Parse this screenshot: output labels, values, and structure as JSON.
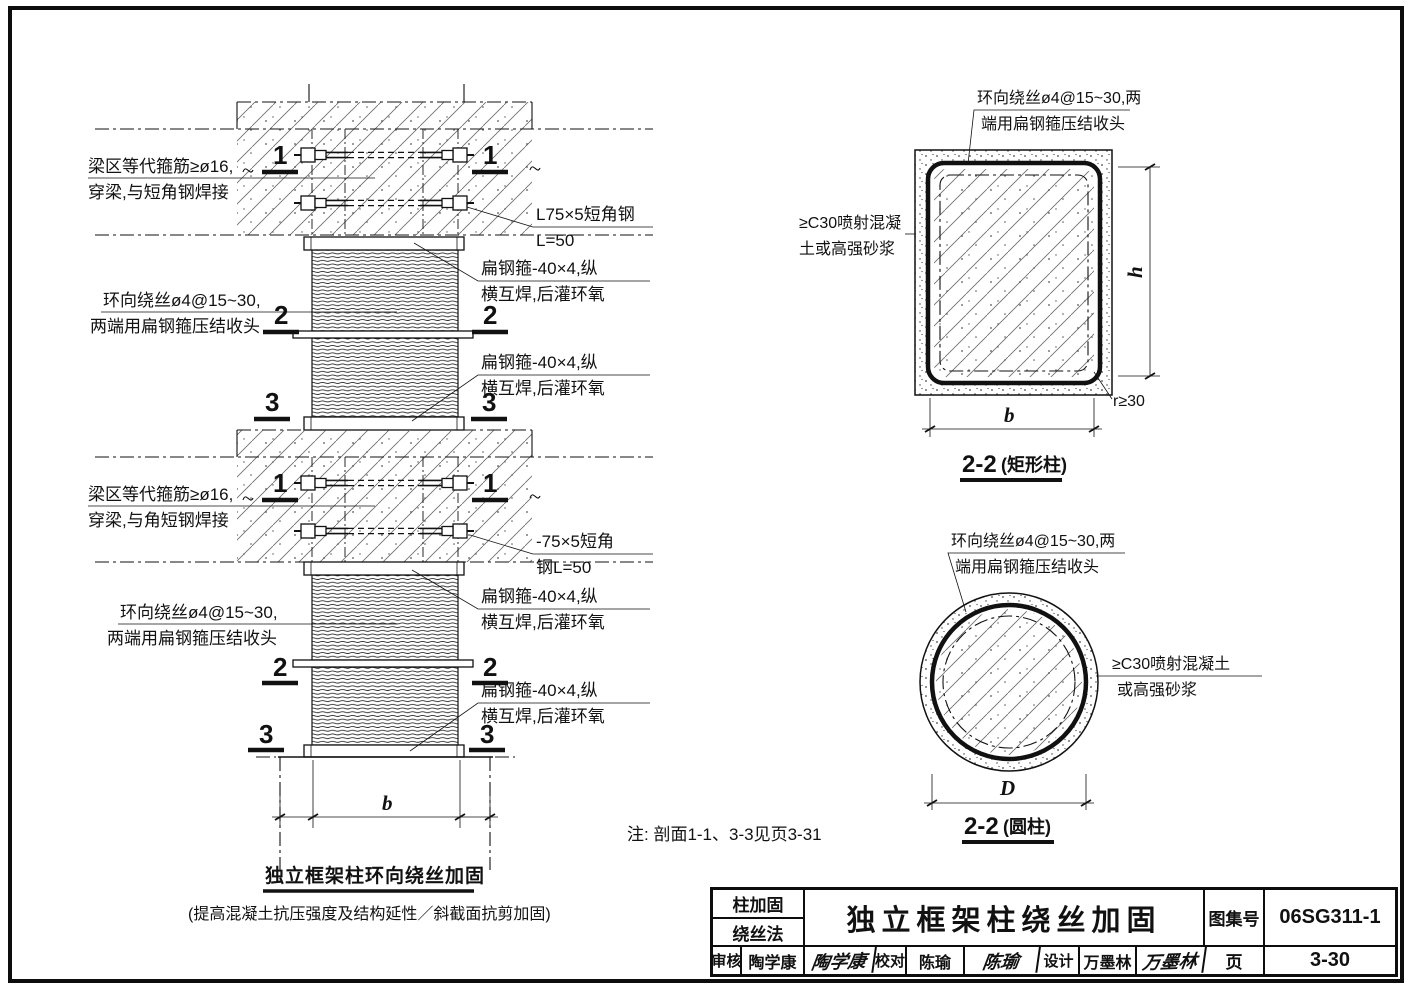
{
  "colors": {
    "ink": "#1a1a1a",
    "paper": "#ffffff"
  },
  "note": "注: 剖面1-1、3-3见页3-31",
  "elevation": {
    "caption": "独立框架柱环向绕丝加固",
    "subcaption": "(提高混凝土抗压强度及结构延性／斜截面抗剪加固)",
    "dim_b": "b",
    "markers": {
      "m1": "1",
      "m2": "2",
      "m3": "3"
    },
    "labels": {
      "beam_tie_top": {
        "line1": "梁区等代箍筋≥ø16,",
        "line2": "穿梁,与短角钢焊接"
      },
      "beam_tie_mid": {
        "line1": "梁区等代箍筋≥ø16,",
        "line2": "穿梁,与角短钢焊接"
      },
      "wrap": {
        "line1": "环向绕丝ø4@15~30,",
        "line2": "两端用扁钢箍压结收头"
      },
      "angle_top": {
        "line1": "L75×5短角钢",
        "line2": "L=50"
      },
      "angle_mid": {
        "line1": "-75×5短角",
        "line2": "钢L=50"
      },
      "band": {
        "line1": "扁钢箍-40×4,纵",
        "line2": "横互焊,后灌环氧"
      }
    }
  },
  "sections": {
    "rect": {
      "label": {
        "line1": "环向绕丝ø4@15~30,两",
        "line2": "端用扁钢箍压结收头"
      },
      "c30": {
        "line1": "≥C30喷射混凝",
        "line2": "土或高强砂浆"
      },
      "dim_h": "h",
      "dim_b": "b",
      "radius_note": "r≥30",
      "caption_num": "2-2",
      "caption_suffix": "(矩形柱)"
    },
    "circle": {
      "label": {
        "line1": "环向绕丝ø4@15~30,两",
        "line2": "端用扁钢箍压结收头"
      },
      "c30": {
        "line1": "≥C30喷射混凝土",
        "line2": "或高强砂浆"
      },
      "dim_d": "D",
      "caption_num": "2-2",
      "caption_suffix": "(圆柱)"
    }
  },
  "titleblock": {
    "method_line1": "柱加固",
    "method_line2": "绕丝法",
    "title": "独立框架柱绕丝加固",
    "atlas_label": "图集号",
    "atlas_no": "06SG311-1",
    "page_label": "页",
    "page_no": "3-30",
    "reviewer_label": "审核",
    "reviewer_name": "陶学康",
    "reviewer_sig": "陶学康",
    "checker_label": "校对",
    "checker_name": "陈瑜",
    "checker_sig": "陈瑜",
    "designer_label": "设计",
    "designer_name": "万墨林",
    "designer_sig": "万墨林"
  }
}
